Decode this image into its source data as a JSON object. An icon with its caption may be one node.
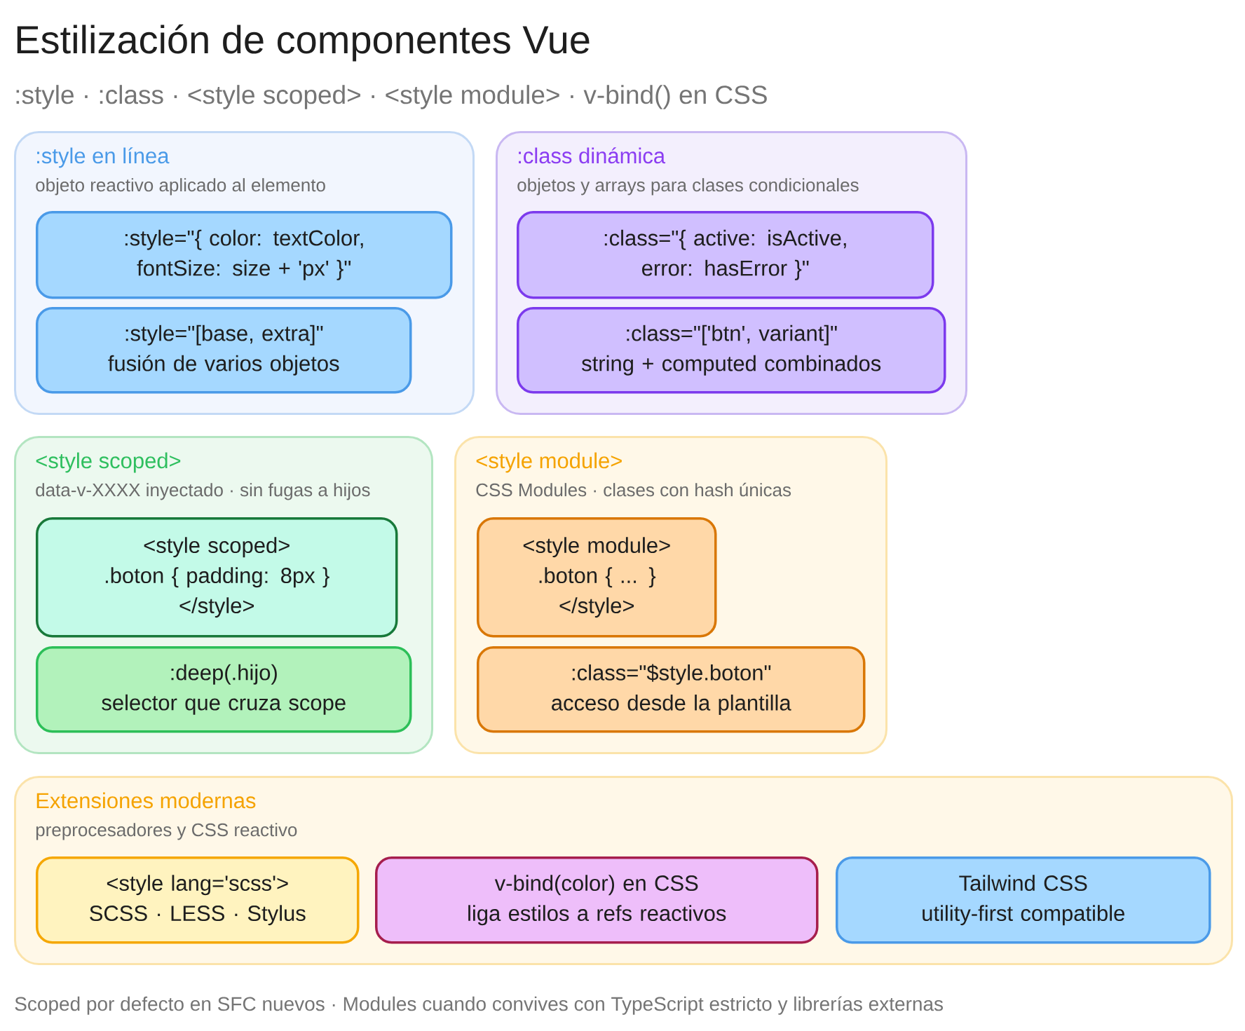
{
  "diagram": {
    "title": "Estilización de componentes Vue",
    "caption": "Scoped por defecto en SFC nuevos · Modules cuando convives con TypeScript estricto y librerías externas",
    "labels": [
      ":style · :class · <style scoped> · <style module> · v-bind() en CSS"
    ],
    "nodes": [
      {
        "text": [
          ":style en línea",
          "objeto reactivo aplicado al elemento"
        ]
      },
      {
        "text": [
          ":style=\"{ color: textColor, fontSize: size + 'px' }\""
        ],
        "in": 0
      },
      {
        "text": [
          ":style=\"[base, extra]\"",
          "fusión de varios objetos"
        ],
        "in": 0
      },
      {
        "text": [
          ":class dinámica",
          "objetos y arrays para clases condicionales"
        ]
      },
      {
        "text": [
          ":class=\"{ active: isActive, error: hasError }\""
        ],
        "in": 3
      },
      {
        "text": [
          ":class=\"['btn', variant]\"",
          "string + computed combinados"
        ],
        "in": 3
      },
      {
        "text": [
          "<style scoped>",
          "data-v-XXXX inyectado · sin fugas a hijos"
        ]
      },
      {
        "text": [
          "<style scoped> .boton { padding: 8px } </style>"
        ],
        "in": 6
      },
      {
        "text": [
          ":deep(.hijo)",
          "selector que cruza scope"
        ],
        "in": 6
      },
      {
        "text": [
          "<style module>",
          "CSS Modules · clases con hash únicas"
        ]
      },
      {
        "text": [
          "<style module> .boton { ... } </style>"
        ],
        "in": 9
      },
      {
        "text": [
          ":class=\"$style.boton\"",
          "acceso desde la plantilla"
        ],
        "in": 9
      },
      {
        "text": [
          "Extensiones modernas",
          "preprocesadores y CSS reactivo"
        ]
      },
      {
        "text": [
          "<style lang='scss'>",
          "SCSS · LESS · Stylus"
        ],
        "in": 12
      },
      {
        "text": [
          "v-bind(color) en CSS",
          "liga estilos a refs reactivos"
        ],
        "in": 12
      },
      {
        "text": [
          "Tailwind CSS",
          "utility-first compatible"
        ],
        "in": 12
      }
    ]
  }
}
